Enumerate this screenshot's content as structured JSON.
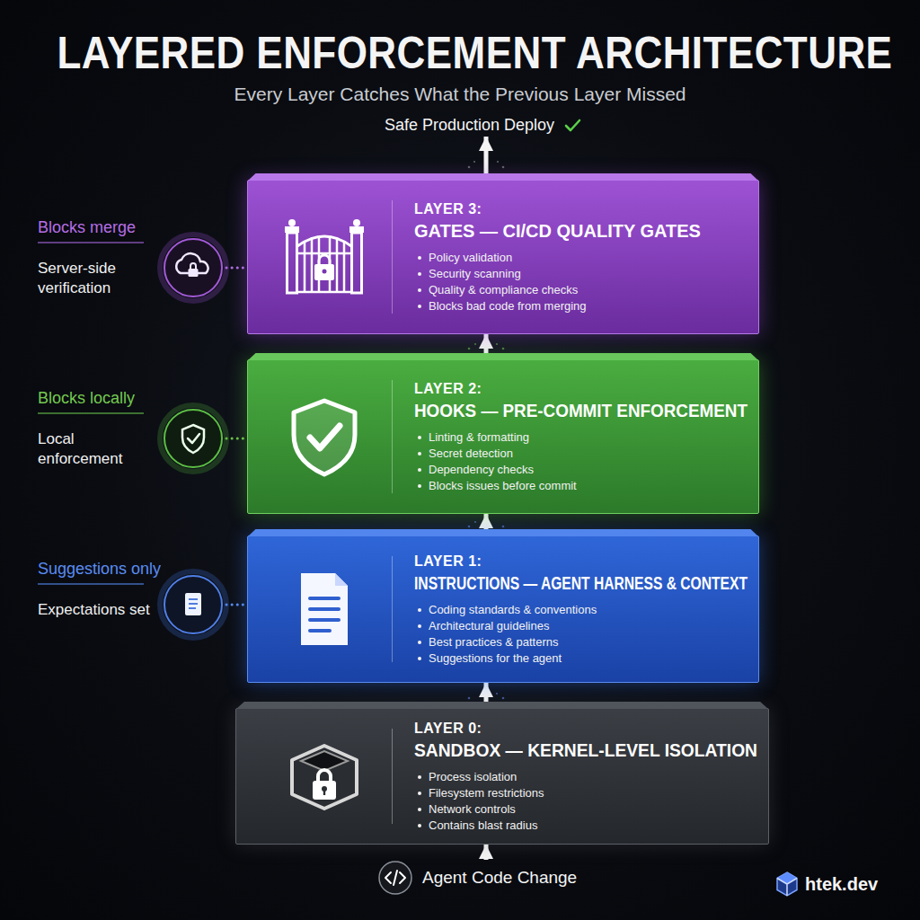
{
  "diagram": {
    "title": "LAYERED ENFORCEMENT ARCHITECTURE",
    "caption": "Every Layer Catches What the Previous Layer Missed",
    "nodes": [
      {
        "text": [
          "Safe Production Deploy"
        ]
      },
      {
        "text": [
          "LAYER 3:",
          "GATES — CI/CD QUALITY GATES",
          "Policy validation",
          "Security scanning",
          "Quality & compliance checks",
          "Blocks bad code from merging"
        ]
      },
      {
        "text": [
          "LAYER 2:",
          "HOOKS — PRE-COMMIT ENFORCEMENT",
          "Linting & formatting",
          "Secret detection",
          "Dependency checks",
          "Blocks issues before commit"
        ]
      },
      {
        "text": [
          "LAYER 1:",
          "INSTRUCTIONS — AGENT HARNESS & CONTEXT",
          "Coding standards & conventions",
          "Architectural guidelines",
          "Best practices & patterns",
          "Suggestions for the agent"
        ]
      },
      {
        "text": [
          "LAYER 0:",
          "SANDBOX — KERNEL-LEVEL ISOLATION",
          "Process isolation",
          "Filesystem restrictions",
          "Network controls",
          "Contains blast radius"
        ]
      },
      {
        "text": [
          "Agent Code Change"
        ]
      }
    ],
    "edges": [
      {
        "from": 5,
        "to": 4,
        "arrow": "to"
      },
      {
        "from": 4,
        "to": 3,
        "arrow": "to"
      },
      {
        "from": 3,
        "to": 2,
        "arrow": "to"
      },
      {
        "from": 2,
        "to": 1,
        "arrow": "to"
      },
      {
        "from": 1,
        "to": 0,
        "arrow": "to"
      }
    ],
    "labels": [
      "Blocks merge",
      "Server-side verification",
      "Blocks locally",
      "Local enforcement",
      "Suggestions only",
      "Expectations set",
      "htek.dev"
    ]
  }
}
